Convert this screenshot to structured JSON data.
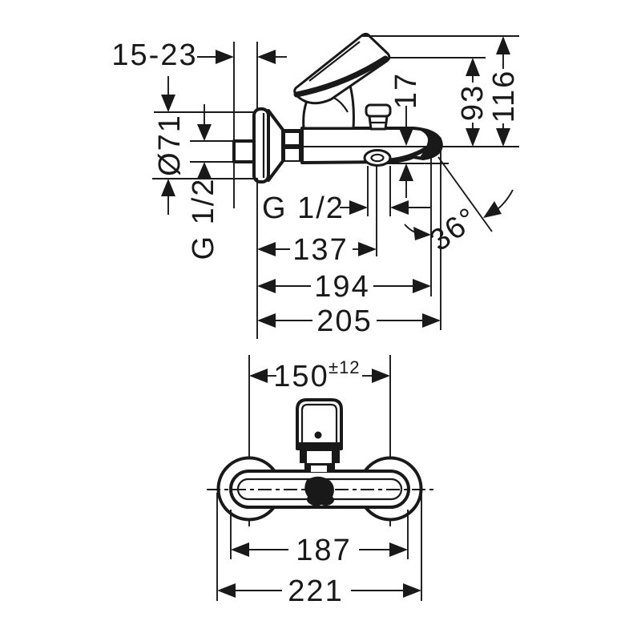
{
  "drawing": {
    "description": "Installation dimension drawing of a wall-mounted single-lever bath mixer, side view and front view",
    "side_view": {
      "wall_clearance_range": "15-23",
      "escutcheon_diameter": "Ø71",
      "inlet_thread": "G 1/2",
      "outlet_offset": "17",
      "height_to_lever_top": "93",
      "height_overall": "116",
      "outlet_thread": "G 1/2",
      "depth_to_outlet_center": "137",
      "depth_to_spout_face": "194",
      "depth_overall": "205",
      "spout_face_angle": "36°"
    },
    "front_view": {
      "connection_centers": "150",
      "connection_tolerance": "±12",
      "body_width": "187",
      "overall_width": "221"
    }
  }
}
